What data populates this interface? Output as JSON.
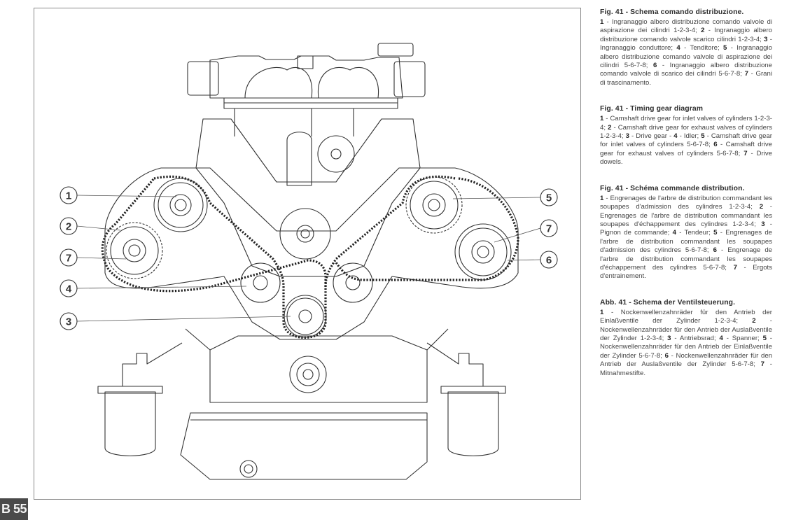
{
  "page": {
    "number_badge": "B 55"
  },
  "figure": {
    "subject": "V8 engine timing belt / gear layout (front view)",
    "callouts_left": [
      "1",
      "2",
      "7",
      "4",
      "3"
    ],
    "callouts_right": [
      "5",
      "7",
      "6"
    ]
  },
  "captions": [
    {
      "lang": "it",
      "title": "Fig. 41 - Schema comando distribuzione.",
      "items": [
        {
          "n": "1",
          "text": " - Ingranaggio albero distribuzione comando valvole di aspirazione dei cilindri 1-2-3-4; "
        },
        {
          "n": "2",
          "text": " - Ingranaggio albero distribuzione comando valvole scarico cilindri 1-2-3-4; "
        },
        {
          "n": "3",
          "text": " - Ingranaggio conduttore; "
        },
        {
          "n": "4",
          "text": " - Tenditore; "
        },
        {
          "n": "5",
          "text": " - Ingranaggio albero distribuzione comando valvole di aspirazione dei cilindri 5-6-7-8; "
        },
        {
          "n": "6",
          "text": " - Ingranaggio albero distribuzione comando valvole di scarico dei cilindri 5-6-7-8; "
        },
        {
          "n": "7",
          "text": " - Grani di trascinamento."
        }
      ]
    },
    {
      "lang": "en",
      "title": "Fig. 41 - Timing gear diagram",
      "items": [
        {
          "n": "1",
          "text": " - Camshaft drive gear for inlet valves of cylinders 1-2-3-4; "
        },
        {
          "n": "2",
          "text": " - Camshaft drive gear for exhaust valves of cylinders 1-2-3-4; "
        },
        {
          "n": "3",
          "text": " - Drive gear - "
        },
        {
          "n": "4",
          "text": " - Idler; "
        },
        {
          "n": "5",
          "text": " - Camshaft drive gear for inlet valves of cylinders 5-6-7-8; "
        },
        {
          "n": "6",
          "text": " - Camshaft drive gear for exhaust valves of cylinders 5-6-7-8; "
        },
        {
          "n": "7",
          "text": " - Drive dowels."
        }
      ]
    },
    {
      "lang": "fr",
      "title": "Fig. 41 - Schéma commande distribution.",
      "items": [
        {
          "n": "1",
          "text": " - Engrenages de l'arbre de distribution commandant les soupapes d'admission des cylindres 1-2-3-4; "
        },
        {
          "n": "2",
          "text": " - Engrenages de l'arbre de distribution commandant les soupapes d'échappement des cylindres 1-2-3-4; "
        },
        {
          "n": "3",
          "text": " - Pignon de commande; "
        },
        {
          "n": "4",
          "text": " - Tendeur; "
        },
        {
          "n": "5",
          "text": " - Engrenages de l'arbre de distribution commandant les soupapes d'admission des cylindres 5-6-7-8; "
        },
        {
          "n": "6",
          "text": " - Engrenage de l'arbre de distribution commandant les soupapes d'échappement des cylindres 5-6-7-8; "
        },
        {
          "n": "7",
          "text": " - Ergots d'entrainement."
        }
      ]
    },
    {
      "lang": "de",
      "title": "Abb. 41 - Schema der Ventilsteuerung.",
      "items": [
        {
          "n": "1",
          "text": " - Nockenwellenzahnräder für den Antrieb der Einlaßventile der Zylinder 1-2-3-4; "
        },
        {
          "n": "2",
          "text": " - Nockenwellenzahnräder für den Antrieb der Auslaßventile der Zylinder 1-2-3-4; "
        },
        {
          "n": "3",
          "text": " - Antriebsrad; "
        },
        {
          "n": "4",
          "text": " - Spanner; "
        },
        {
          "n": "5",
          "text": " - Nockenwellenzahnräder für den Antrieb der Einlaßventile der Zylinder 5-6-7-8; "
        },
        {
          "n": "6",
          "text": " - Nockenwellenzahnräder für den Antrieb der Auslaßventile der Zylinder 5-6-7-8; "
        },
        {
          "n": "7",
          "text": " - Mitnahmestifte."
        }
      ]
    }
  ]
}
